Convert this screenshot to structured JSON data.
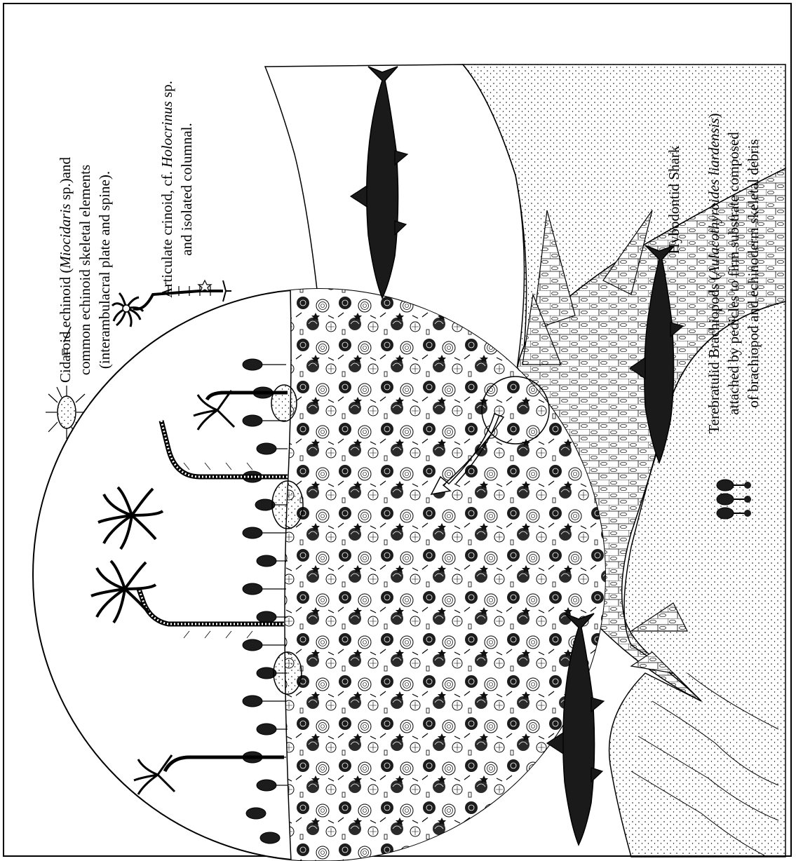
{
  "legend": {
    "echinoid": {
      "line1_pre": "Cidaroid echinoid (",
      "line1_italic": "Miocidaris",
      "line1_post": " sp.)and",
      "line2": "common echinoid skeletal elements",
      "line3": "(interambulacral plate and spine).",
      "icon": "echinoid-icon"
    },
    "crinoid": {
      "line1_pre": "Articulate crinoid, cf. ",
      "line1_italic": "Holocrinus",
      "line1_post": " sp.",
      "line2": "and isolated columnal.",
      "icon": "crinoid-icon"
    },
    "shark": {
      "label": "Hybodontid Shark",
      "icon": "shark-icon"
    },
    "brachiopod": {
      "line1_pre": "Terebratulid Brachiopods (",
      "line1_italic": "Aulacothyroides liardensis",
      "line1_post": ")",
      "line2": "attached by pedicles to firm substrate composed",
      "line3": "of brachiopod and echinoderm skeletal debris",
      "icon": "brachiopod-cluster-icon"
    }
  },
  "colors": {
    "ink": "#000000",
    "paper": "#ffffff",
    "shark_fill": "#1a1a1a"
  }
}
